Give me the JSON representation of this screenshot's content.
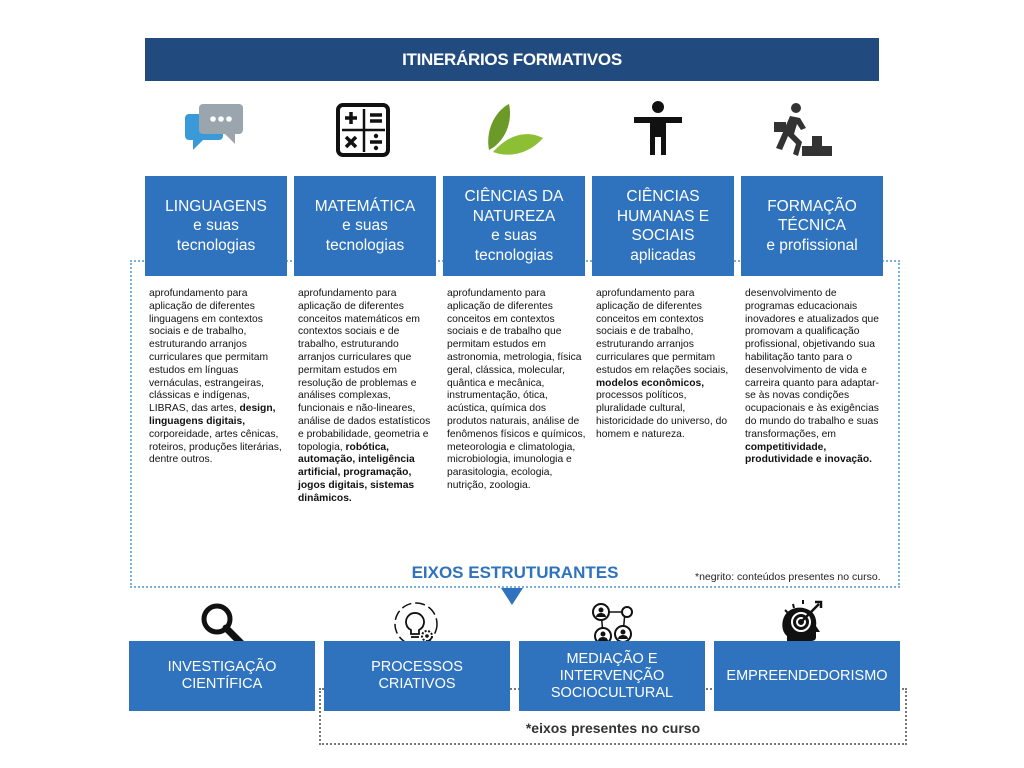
{
  "title": "ITINERÁRIOS FORMATIVOS",
  "itinerarios": [
    {
      "icon": "speech-bubbles-icon",
      "lines": [
        "LINGUAGENS",
        "e suas",
        "tecnologias"
      ],
      "desc_parts": [
        {
          "t": "aprofundamento para aplicação de diferentes linguagens em contextos sociais e de trabalho, estruturando arranjos curriculares que permitam estudos em línguas vernáculas, estrangeiras, clássicas e indígenas, LIBRAS, das artes, ",
          "b": false
        },
        {
          "t": "design, linguagens digitais,",
          "b": true
        },
        {
          "t": " corporeidade, artes cênicas, roteiros, produções literárias, dentre outros.",
          "b": false
        }
      ]
    },
    {
      "icon": "calculator-icon",
      "lines": [
        "MATEMÁTICA",
        "e suas",
        "tecnologias"
      ],
      "desc_parts": [
        {
          "t": "aprofundamento para aplicação de diferentes conceitos matemáticos em contextos sociais e de trabalho, estruturando arranjos curriculares que permitam estudos em resolução de problemas e análises complexas, funcionais e não-lineares, análise de dados estatísticos e probabilidade, geometria e topologia, ",
          "b": false
        },
        {
          "t": "robótica, automação, inteligência artificial, programação, jogos digitais, sistemas dinâmicos.",
          "b": true
        }
      ]
    },
    {
      "icon": "leaves-icon",
      "lines": [
        "CIÊNCIAS DA",
        "NATUREZA",
        "e suas",
        "tecnologias"
      ],
      "desc_parts": [
        {
          "t": "aprofundamento para aplicação de diferentes conceitos em contextos sociais e de trabalho que permitam estudos em astronomia, metrologia, física geral, clássica, molecular, quântica e mecânica, instrumentação, ótica, acústica, química dos produtos naturais, análise de fenômenos físicos e químicos, meteorologia e climatologia, microbiologia, imunologia e parasitologia, ecologia, nutrição, zoologia.",
          "b": false
        }
      ]
    },
    {
      "icon": "person-icon",
      "lines": [
        "CIÊNCIAS",
        "HUMANAS E",
        "SOCIAIS",
        "aplicadas"
      ],
      "desc_parts": [
        {
          "t": "aprofundamento para aplicação de diferentes conceitos em contextos sociais e de trabalho, estruturando arranjos curriculares que permitam estudos em relações sociais, ",
          "b": false
        },
        {
          "t": "modelos econômicos,",
          "b": true
        },
        {
          "t": " processos políticos, pluralidade cultural, historicidade do universo, do homem e natureza.",
          "b": false
        }
      ]
    },
    {
      "icon": "climbing-stairs-icon",
      "lines": [
        "FORMAÇÃO",
        "TÉCNICA",
        "e profissional"
      ],
      "desc_parts": [
        {
          "t": "desenvolvimento de programas educacionais inovadores e atualizados que promovam a qualificação profissional, objetivando sua habilitação tanto para o desenvolvimento de vida e carreira quanto para adaptar-se às novas condições ocupacionais e às exigências do mundo do trabalho e suas transformações, em ",
          "b": false
        },
        {
          "t": "competitividade, produtividade e inovação.",
          "b": true
        }
      ]
    }
  ],
  "eixos_title": "EIXOS ESTRUTURANTES",
  "note_negrito": "*negrito: conteúdos presentes no curso.",
  "eixos": [
    {
      "icon": "magnifier-icon",
      "lines": [
        "INVESTIGAÇÃO",
        "CIENTÍFICA"
      ]
    },
    {
      "icon": "lightbulb-gears-icon",
      "lines": [
        "PROCESSOS",
        "CRIATIVOS"
      ]
    },
    {
      "icon": "network-people-icon",
      "lines": [
        "MEDIAÇÃO E",
        "INTERVENÇÃO",
        "SOCIOCULTURAL"
      ]
    },
    {
      "icon": "head-target-icon",
      "lines": [
        "EMPREENDEDORISMO"
      ]
    }
  ],
  "note_eixos": "*eixos presentes no curso",
  "colors": {
    "banner": "#214b7f",
    "box": "#2f72bd",
    "accent": "#2f72bd",
    "dotted": "#7ab0d6"
  }
}
